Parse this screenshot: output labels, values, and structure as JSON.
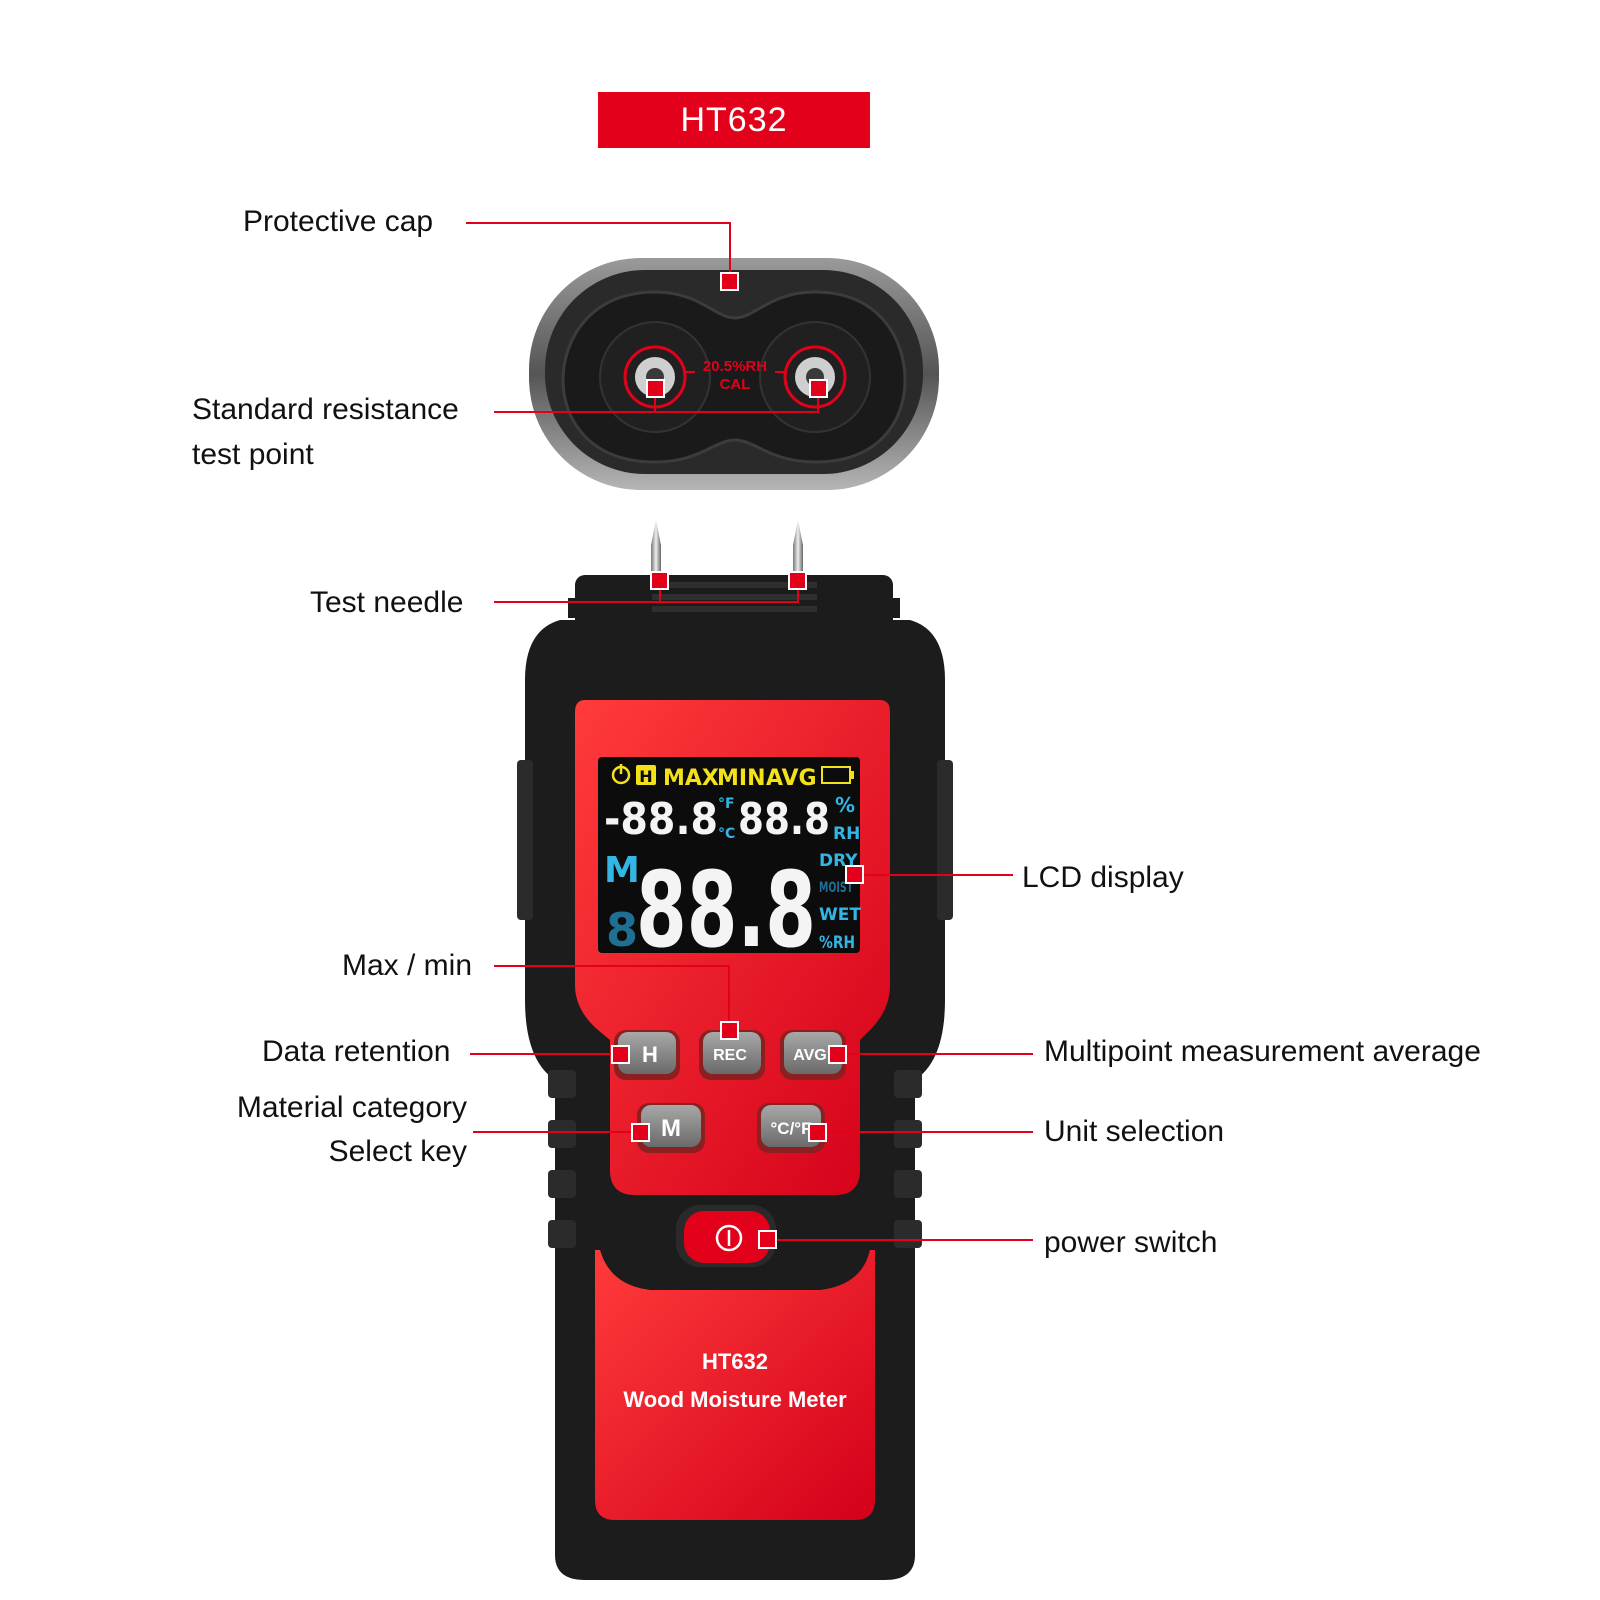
{
  "title": "HT632",
  "callouts": {
    "protective_cap": "Protective cap",
    "standard_resistance_line1": "Standard resistance",
    "standard_resistance_line2": "test point",
    "test_needle": "Test needle",
    "lcd_display": "LCD display",
    "max_min": "Max / min",
    "data_retention": "Data retention",
    "multipoint_average": "Multipoint measurement average",
    "material_category_line1": "Material category",
    "material_category_line2": "Select key",
    "unit_selection": "Unit selection",
    "power_switch": "power switch"
  },
  "cap": {
    "label_line1": "20.5%RH",
    "label_line2": "CAL"
  },
  "lcd": {
    "indicators": [
      "H",
      "MAX",
      "MIN",
      "AVG"
    ],
    "small_reading_left": "-88.8",
    "small_reading_right": "88.8",
    "unit_f": "°F",
    "unit_c": "°C",
    "unit_percent": "%",
    "unit_rh": "RH",
    "mode_letter": "M",
    "mode_digit": "8",
    "main_reading": "88.8",
    "status_dry": "DRY",
    "status_moist": "MOIST",
    "status_wet": "WET",
    "status_rh": "%RH"
  },
  "buttons": {
    "hold": "H",
    "rec": "REC",
    "avg": "AVG",
    "mode": "M",
    "unit": "°C/°F"
  },
  "device_label": {
    "model": "HT632",
    "name": "Wood Moisture Meter"
  },
  "colors": {
    "accent_red": "#e2001a",
    "body_black": "#1c1c1c",
    "lcd_yellow": "#f3e11a",
    "lcd_blue": "#33b5e5",
    "lcd_white": "#f4f4f4"
  }
}
